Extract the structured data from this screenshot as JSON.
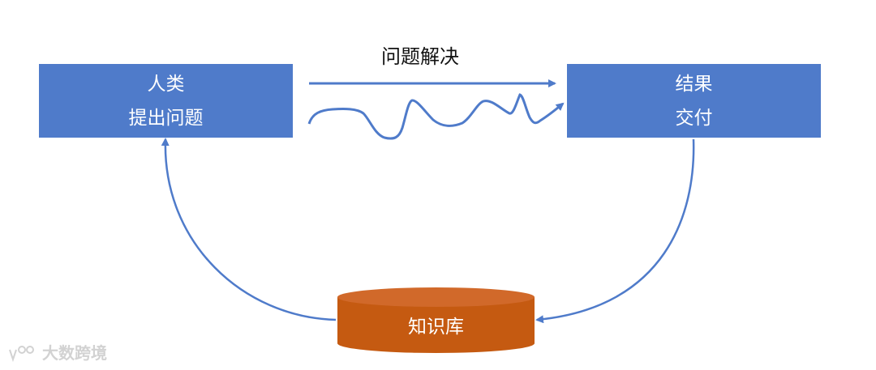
{
  "nodes": {
    "human": {
      "line1": "人类",
      "line2": "提出问题"
    },
    "result": {
      "line1": "结果",
      "line2": "交付"
    },
    "knowledge_base": {
      "label": "知识库"
    }
  },
  "edges": {
    "solve_label": "问题解决"
  },
  "watermark": {
    "text": "大数跨境",
    "logo_icon": "logo-icon"
  },
  "colors": {
    "box_fill": "#4f7bca",
    "arrow": "#4f7bca",
    "database_fill": "#c55a11",
    "database_top": "#d1692a"
  }
}
